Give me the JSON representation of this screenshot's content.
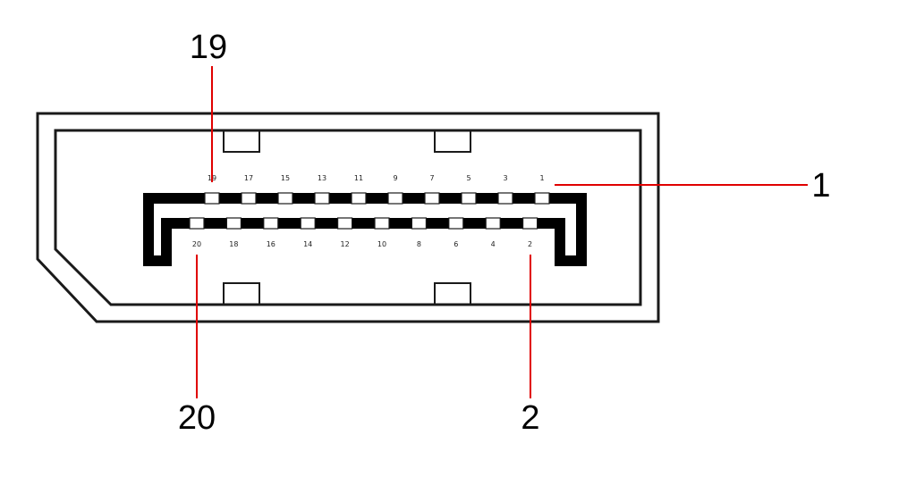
{
  "diagram": {
    "colors": {
      "outline": "#1a1a1a",
      "callout_line": "#e00000",
      "pin_fill": "#ffffff"
    },
    "top_row_pins": [
      "19",
      "17",
      "15",
      "13",
      "11",
      "9",
      "7",
      "5",
      "3",
      "1"
    ],
    "bottom_row_pins": [
      "20",
      "18",
      "16",
      "14",
      "12",
      "10",
      "8",
      "6",
      "4",
      "2"
    ],
    "callouts": {
      "pin_19": "19",
      "pin_1": "1",
      "pin_20": "20",
      "pin_2": "2"
    }
  }
}
